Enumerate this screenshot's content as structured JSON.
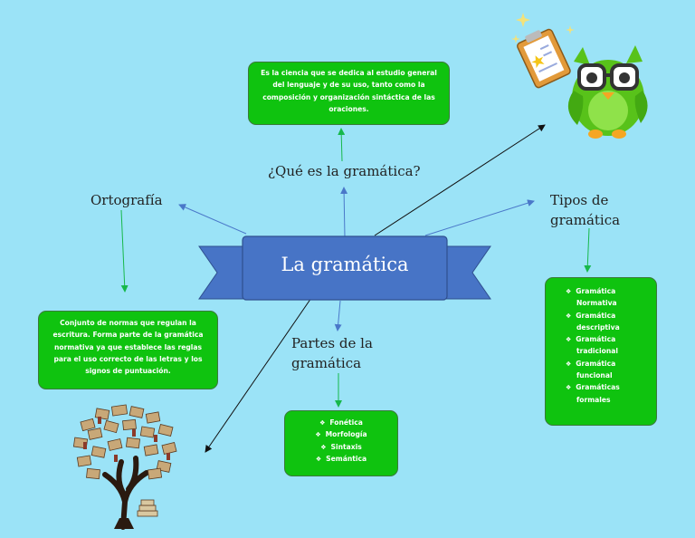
{
  "central": {
    "title": "La gramática"
  },
  "nodes": {
    "que_es": "¿Qué es la gramática?",
    "ortografia": "Ortografía",
    "tipos": [
      "Tipos de",
      "gramática"
    ],
    "partes": [
      "Partes de la",
      "gramática"
    ]
  },
  "boxes": {
    "definicion": "Es la ciencia que se dedica al estudio general del lenguaje y de su uso, tanto como la composición y organización sintáctica de las oraciones.",
    "ortografia": "Conjunto de normas que regulan la escritura. Forma parte de la gramática normativa ya que establece las reglas para el uso correcto de las letras y los signos de puntuación.",
    "tipos": [
      "Gramática Normativa",
      "Gramática descriptiva",
      "Gramática tradicional",
      "Gramática funcional",
      "Gramáticas formales"
    ],
    "partes": [
      "Fonética",
      "Morfología",
      "Sintaxis",
      "Semántica"
    ]
  },
  "colors": {
    "background": "#9be3f7",
    "ribbon": "#4774c6",
    "ribbon_dark": "#2f4f8f",
    "box_green": "#0fc30f",
    "arrow_green": "#16b84a",
    "arrow_blue": "#4a78c9",
    "arrow_black": "#111111",
    "owl_green": "#58c21a"
  },
  "icons": [
    "owl-mascot-icon",
    "clipboard-icon",
    "sparkle-icon",
    "book-tree-icon"
  ]
}
